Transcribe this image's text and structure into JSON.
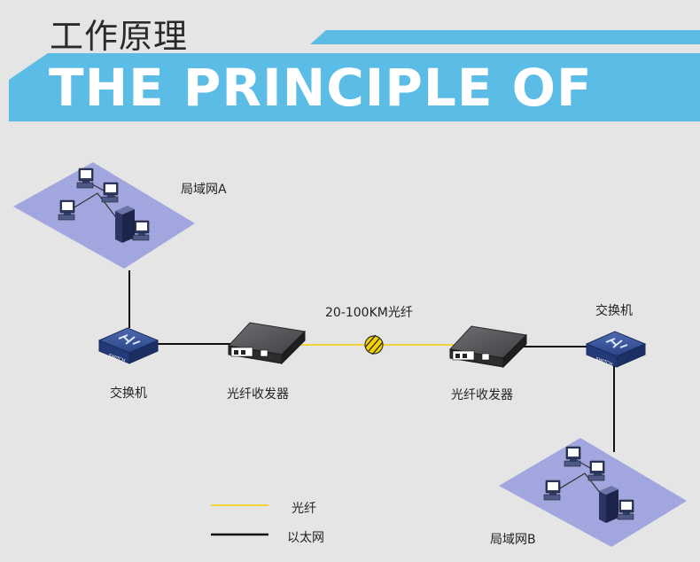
{
  "header": {
    "title_cn": "工作原理",
    "title_en": "THE PRINCIPLE OF"
  },
  "diagram": {
    "lan_a": "局域网A",
    "lan_b": "局域网B",
    "switch_left": "交换机",
    "switch_right": "交换机",
    "transceiver_left": "光纤收发器",
    "transceiver_right": "光纤收发器",
    "fiber_link": "20-100KM光纤",
    "switch_badge": "SWITCH"
  },
  "legend": {
    "fiber": "光纤",
    "ethernet": "以太网"
  },
  "colors": {
    "accent_blue": "#5bbde6",
    "fiber_yellow": "#f2d23a",
    "ethernet_black": "#111111",
    "lan_platform": "#a3a7e0"
  }
}
